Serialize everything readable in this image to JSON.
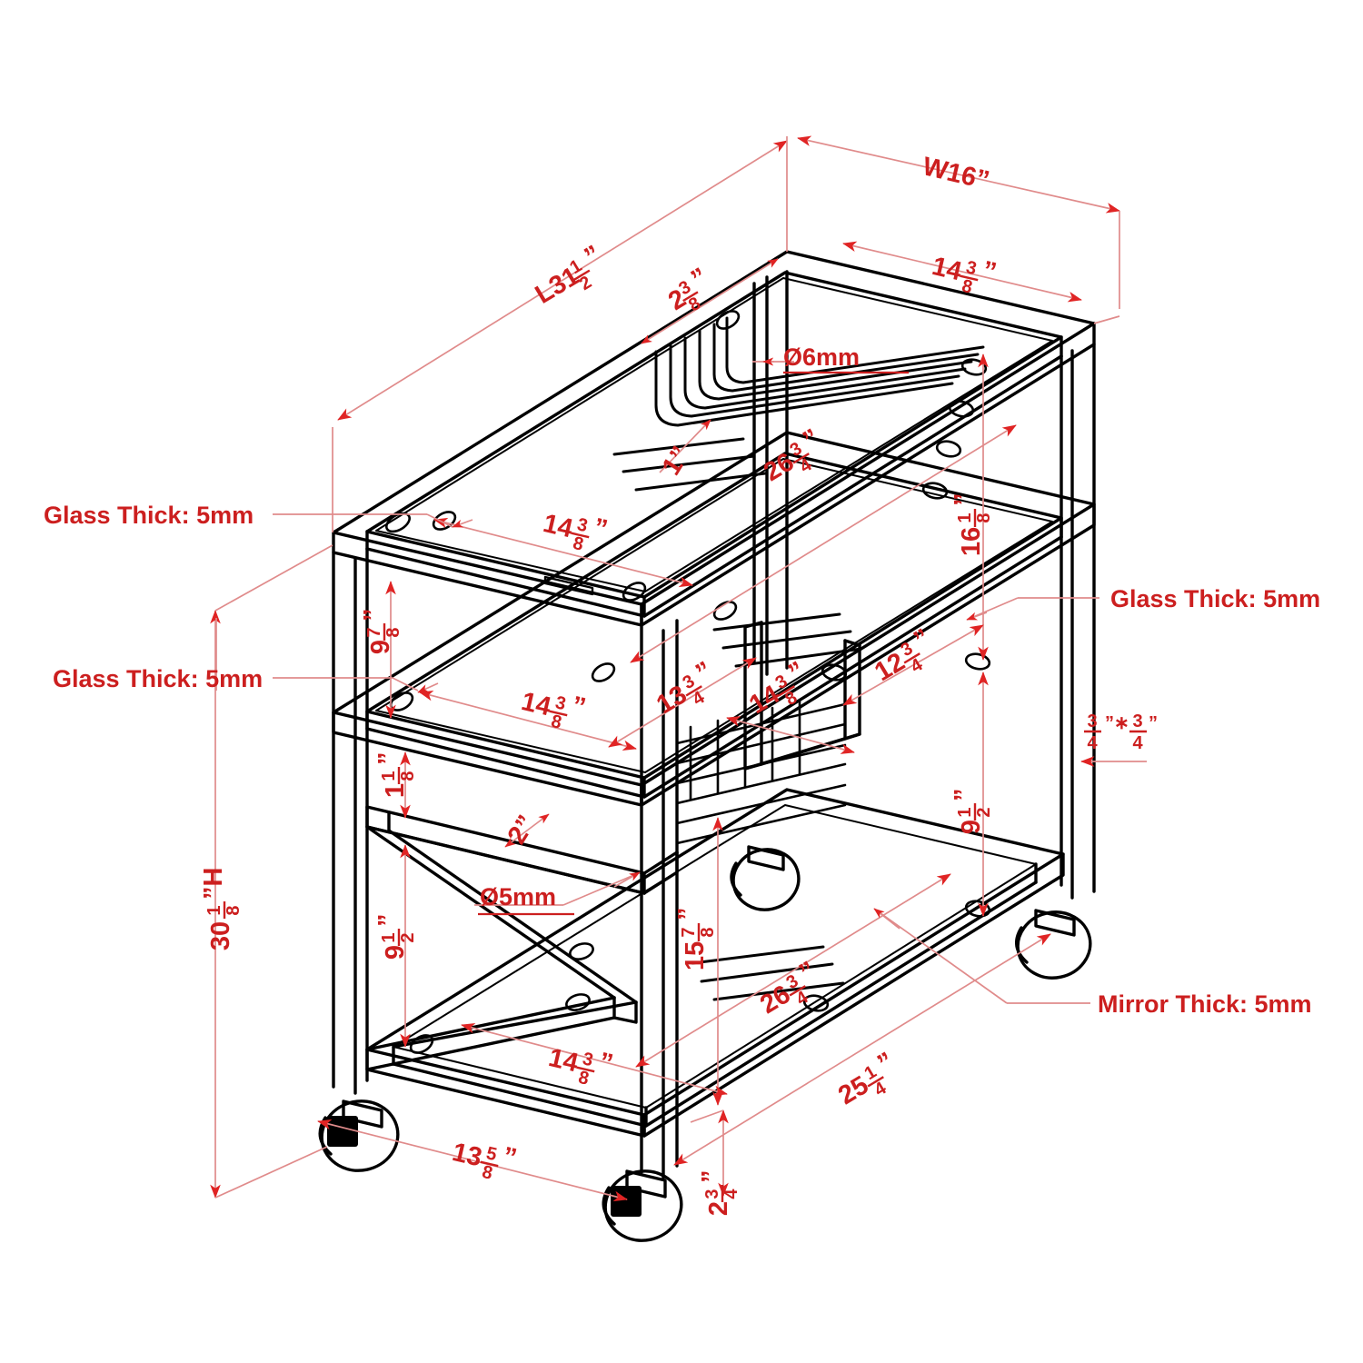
{
  "drawing": {
    "title": "Bar Cart Dimensional Drawing",
    "accent_color": "#cc1f1f",
    "line_color": "#000000",
    "dim_line_color": "#e08b8b",
    "background": "#ffffff"
  },
  "notes": [
    {
      "id": "glass-thick-top",
      "text": "Glass Thick: 5mm"
    },
    {
      "id": "glass-thick-mid",
      "text": "Glass Thick: 5mm"
    },
    {
      "id": "glass-thick-right",
      "text": "Glass Thick: 5mm"
    },
    {
      "id": "mirror-thick",
      "text": "Mirror Thick: 5mm"
    },
    {
      "id": "hole-d6",
      "text": "Ø6mm"
    },
    {
      "id": "hole-d5",
      "text": "Ø5mm"
    }
  ],
  "dimensions": {
    "overall_length": {
      "whole": "L31",
      "num": "1",
      "den": "2",
      "unit": "”"
    },
    "overall_width": {
      "text": "W16”"
    },
    "overall_height": {
      "whole": "30",
      "num": "1",
      "den": "8",
      "unit": "”H"
    },
    "top_edge_offset": {
      "whole": "2",
      "num": "3",
      "den": "8",
      "unit": "”"
    },
    "top_depth": {
      "whole": "14",
      "num": "3",
      "den": "8",
      "unit": "”"
    },
    "top_shelf_depth": {
      "whole": "14",
      "num": "3",
      "den": "8",
      "unit": "”"
    },
    "rack_spacing": {
      "text": "1”"
    },
    "top_shelf_len": {
      "whole": "26",
      "num": "3",
      "den": "4",
      "unit": "”"
    },
    "top_to_mid": {
      "whole": "16",
      "num": "1",
      "den": "8",
      "unit": "”"
    },
    "mid_gap": {
      "whole": "9",
      "num": "7",
      "den": "8",
      "unit": "”"
    },
    "mid_shelf_depth": {
      "whole": "14",
      "num": "3",
      "den": "8",
      "unit": "”"
    },
    "mid_rail": {
      "whole": "13",
      "num": "3",
      "den": "4",
      "unit": "”"
    },
    "mid_shelf_b": {
      "whole": "14",
      "num": "3",
      "den": "8",
      "unit": "”"
    },
    "basket_width": {
      "whole": "12",
      "num": "3",
      "den": "4",
      "unit": "”"
    },
    "tube_section": {
      "num1": "3",
      "den1": "4",
      "sep": "”∗",
      "num2": "3",
      "den2": "4",
      "unit": "”"
    },
    "mid_to_bottom": {
      "whole": "9",
      "num": "1",
      "den": "2",
      "unit": "”"
    },
    "lower_offset": {
      "whole": "1",
      "num": "1",
      "den": "8",
      "unit": "”"
    },
    "rail_gap": {
      "text": "2”"
    },
    "lower_height": {
      "whole": "9",
      "num": "1",
      "den": "2",
      "unit": "”"
    },
    "bottom_to_mid": {
      "whole": "15",
      "num": "7",
      "den": "8",
      "unit": "”"
    },
    "bottom_shelf_len": {
      "whole": "26",
      "num": "3",
      "den": "4",
      "unit": "”"
    },
    "base_length": {
      "whole": "25",
      "num": "1",
      "den": "4",
      "unit": "”"
    },
    "bottom_depth": {
      "whole": "14",
      "num": "3",
      "den": "8",
      "unit": "”"
    },
    "base_depth": {
      "whole": "13",
      "num": "5",
      "den": "8",
      "unit": "”"
    },
    "caster_height": {
      "whole": "2",
      "num": "3",
      "den": "4",
      "unit": "”"
    }
  }
}
